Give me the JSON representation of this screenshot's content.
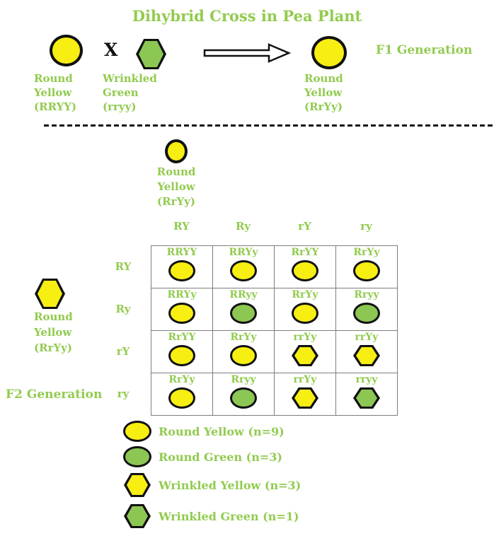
{
  "title": "Dihybrid Cross in Pea Plant",
  "colors": {
    "yellow": "#f7ee12",
    "green": "#8cc653",
    "text_green": "#92cb4f",
    "outline": "#111111",
    "grid_line": "#7d7d7d"
  },
  "f1_cross": {
    "parent1": {
      "shape": "shape-round-yellow",
      "label_lines": [
        "Round",
        "Yellow",
        "(RRYY)"
      ]
    },
    "cross_symbol": "X",
    "parent2": {
      "shape": "shape-wrinkled-green",
      "label_lines": [
        "Wrinkled",
        "Green",
        "(rryy)"
      ]
    },
    "offspring": {
      "shape": "shape-round-yellow",
      "label_lines": [
        "Round",
        "Yellow",
        "(RrYy)"
      ]
    },
    "generation_label": "F1 Generation"
  },
  "f2_cross": {
    "top_parent": {
      "shape": "shape-round-yellow",
      "label_lines": [
        "Round",
        "Yellow",
        "(RrYy)"
      ]
    },
    "left_parent": {
      "shape": "shape-wrinkled-yellow",
      "label_lines": [
        "Round",
        "Yellow",
        "(RrYy)"
      ]
    },
    "generation_label": "F2 Generation"
  },
  "punnett": {
    "col_headers": [
      "RY",
      "Ry",
      "rY",
      "ry"
    ],
    "row_headers": [
      "RY",
      "Ry",
      "rY",
      "ry"
    ],
    "cells": [
      [
        {
          "genotype": "RRYY",
          "shape": "shape-round-yellow"
        },
        {
          "genotype": "RRYy",
          "shape": "shape-round-yellow"
        },
        {
          "genotype": "RrYY",
          "shape": "shape-round-yellow"
        },
        {
          "genotype": "RrYy",
          "shape": "shape-round-yellow"
        }
      ],
      [
        {
          "genotype": "RRYy",
          "shape": "shape-round-yellow"
        },
        {
          "genotype": "RRyy",
          "shape": "shape-round-green"
        },
        {
          "genotype": "RrYy",
          "shape": "shape-round-yellow"
        },
        {
          "genotype": "Rryy",
          "shape": "shape-round-green"
        }
      ],
      [
        {
          "genotype": "RrYY",
          "shape": "shape-round-yellow"
        },
        {
          "genotype": "RrYy",
          "shape": "shape-round-yellow"
        },
        {
          "genotype": "rrYy",
          "shape": "shape-wrinkled-yellow"
        },
        {
          "genotype": "rrYy",
          "shape": "shape-wrinkled-yellow"
        }
      ],
      [
        {
          "genotype": "RrYy",
          "shape": "shape-round-yellow"
        },
        {
          "genotype": "Rryy",
          "shape": "shape-round-green"
        },
        {
          "genotype": "rrYy",
          "shape": "shape-wrinkled-yellow"
        },
        {
          "genotype": "rryy",
          "shape": "shape-wrinkled-green"
        }
      ]
    ]
  },
  "legend": {
    "items": [
      {
        "shape": "shape-round-yellow",
        "label": "Round Yellow (n=9)"
      },
      {
        "shape": "shape-round-green",
        "label": "Round Green (n=3)"
      },
      {
        "shape": "shape-wrinkled-yellow",
        "label": "Wrinkled Yellow (n=3)"
      },
      {
        "shape": "shape-wrinkled-green",
        "label": "Wrinkled Green (n=1)"
      }
    ]
  }
}
